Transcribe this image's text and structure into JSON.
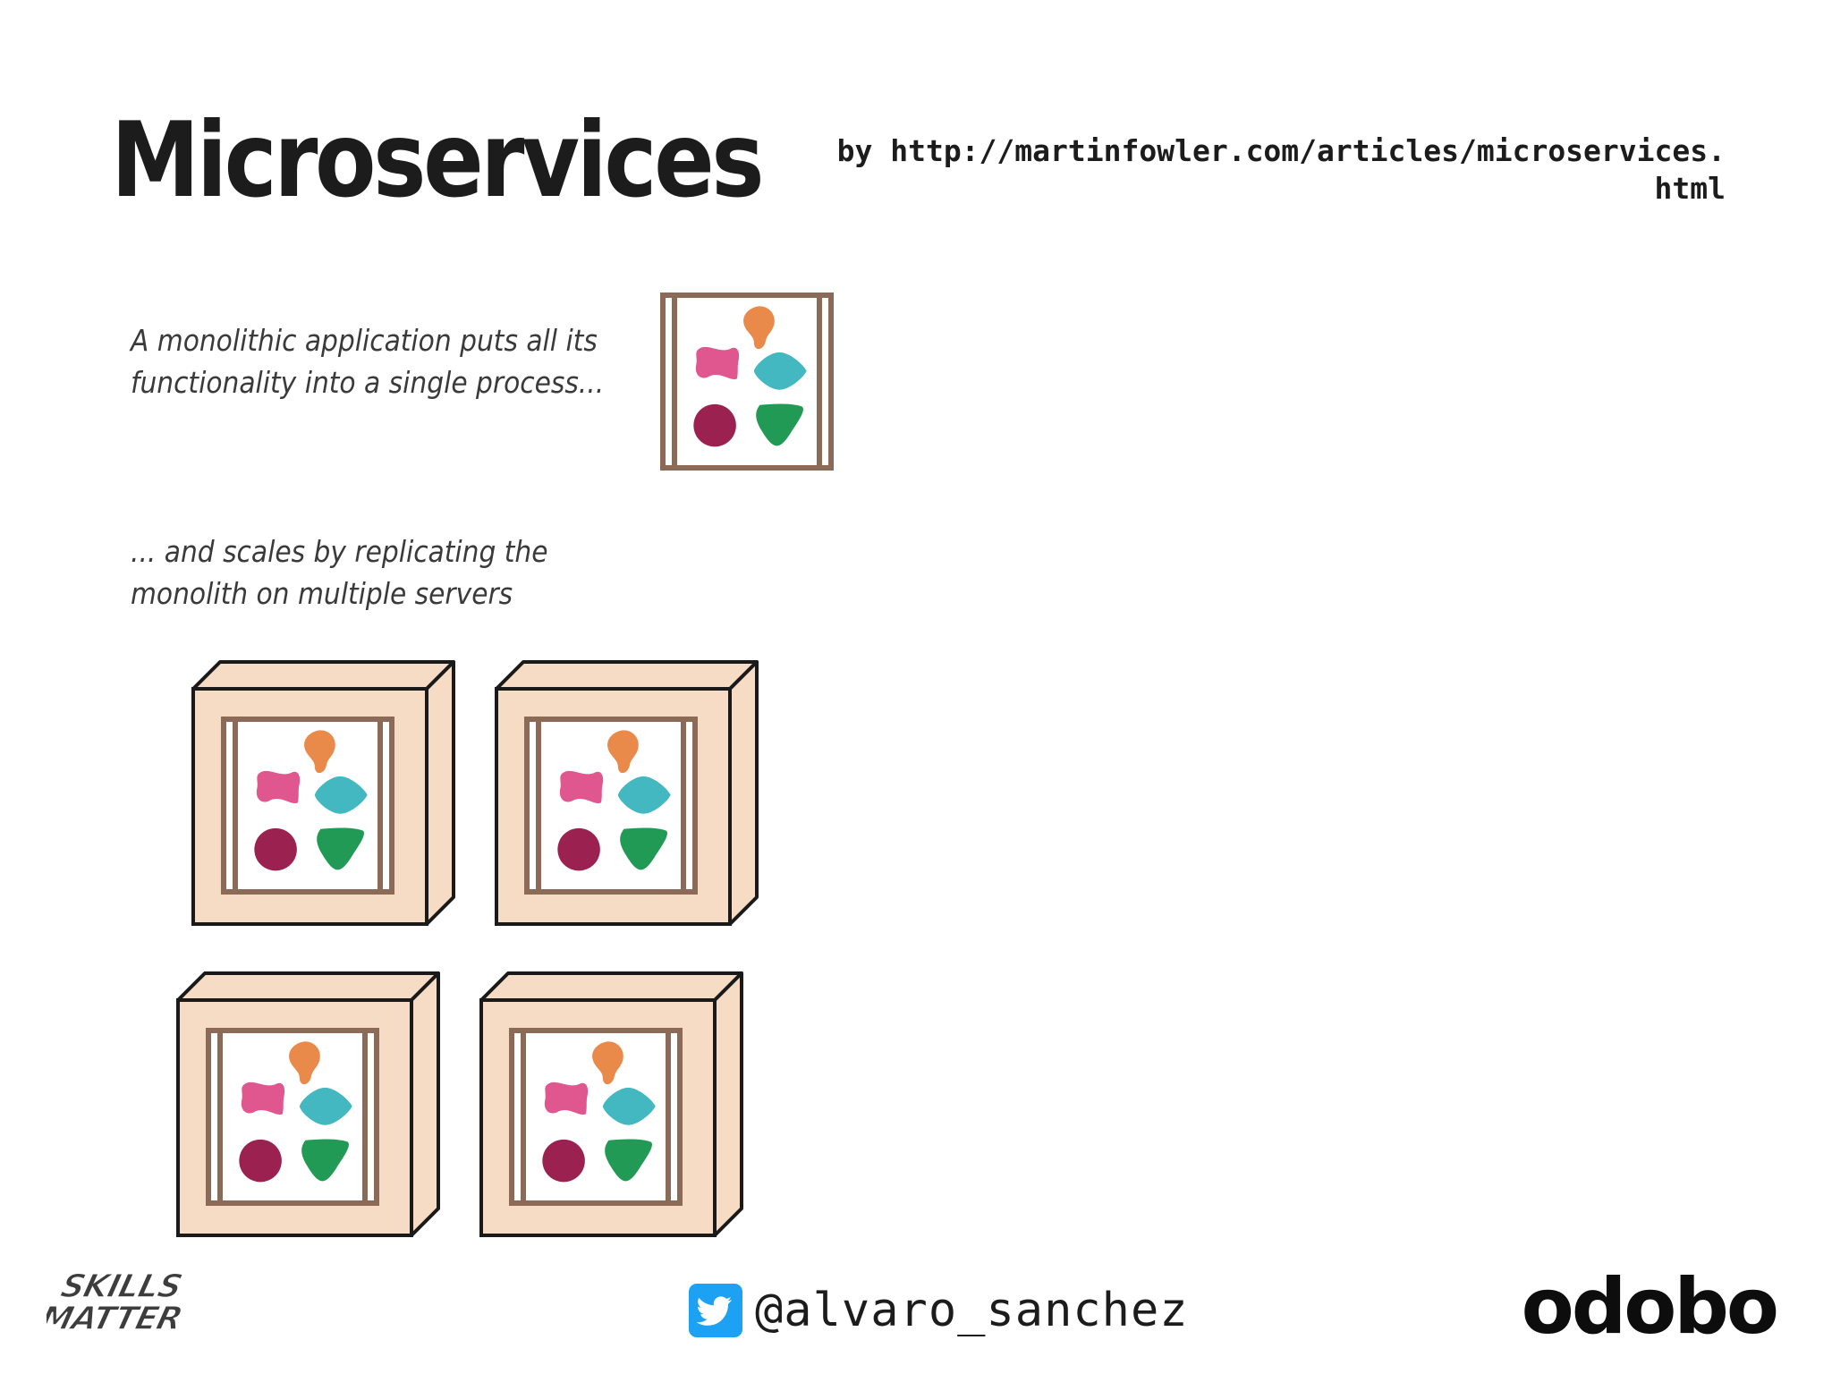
{
  "slide": {
    "title": "Microservices",
    "source_line1": "by http://martinfowler.com/articles/microservices.",
    "source_line2": "html"
  },
  "diagram": {
    "caption_1": {
      "line1": "A monolithic application puts all its",
      "line2": "functionality into a single process..."
    },
    "caption_2": {
      "line1": "... and scales by replicating the",
      "line2": "monolith on multiple servers"
    },
    "monolith": {
      "components": [
        "pink-bowtie",
        "orange-blob",
        "teal-diamond",
        "crimson-circle",
        "green-triangle"
      ]
    },
    "servers": {
      "count": 4
    },
    "colors": {
      "frame": "#8b6a57",
      "server_fill": "#f7dcc5",
      "server_stroke": "#1a1a1a",
      "pink": "#e0568f",
      "orange": "#ea8a4a",
      "teal": "#43b8c0",
      "crimson": "#9b2150",
      "green": "#219a55"
    }
  },
  "footer": {
    "twitter_icon": "twitter-bird-icon",
    "handle": "@alvaro_sanchez",
    "left_logo": "SKILLS MATTER",
    "right_logo": "odobo",
    "twitter_color": "#1da1f2"
  }
}
